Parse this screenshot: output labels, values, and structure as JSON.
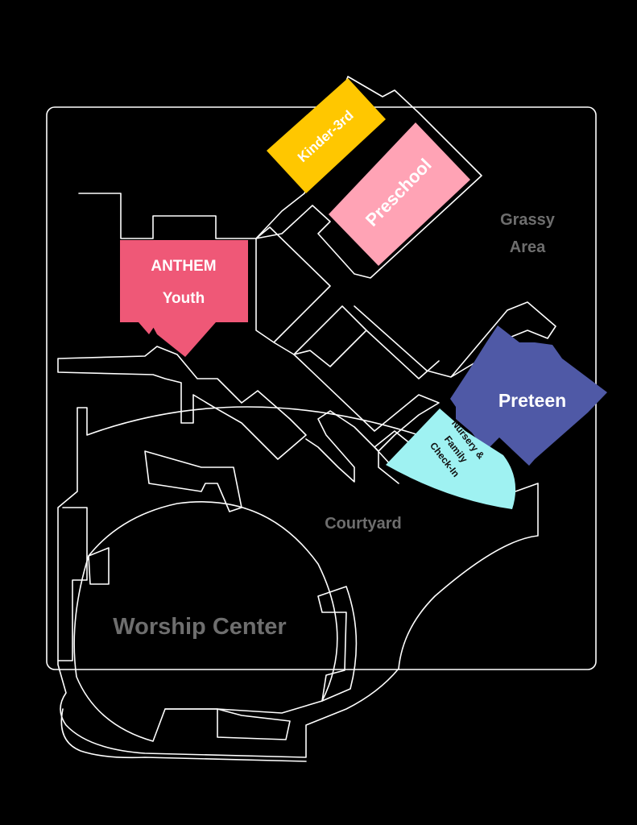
{
  "map": {
    "rooms": [
      {
        "id": "kinder",
        "label": "Kinder-3rd",
        "color": "#ffc700",
        "text_color": "#ffffff"
      },
      {
        "id": "preschool",
        "label": "Preschool",
        "color": "#ffa3b5",
        "text_color": "#ffffff"
      },
      {
        "id": "anthem",
        "label_line1": "ANTHEM",
        "label_line2": "Youth",
        "color": "#ef5877",
        "text_color": "#ffffff"
      },
      {
        "id": "preteen",
        "label": "Preteen",
        "color": "#4f59a6",
        "text_color": "#ffffff"
      },
      {
        "id": "nursery",
        "label_line1": "Nursery &",
        "label_line2": "Family",
        "label_line3": "Check-In",
        "color": "#9ff2f2",
        "text_color": "#111111"
      }
    ],
    "areas": {
      "grassy_line1": "Grassy",
      "grassy_line2": "Area",
      "courtyard": "Courtyard",
      "worship_center": "Worship Center"
    },
    "colors": {
      "background": "#000000",
      "walls": "#ffffff",
      "area_text": "#6e6e6e"
    }
  }
}
